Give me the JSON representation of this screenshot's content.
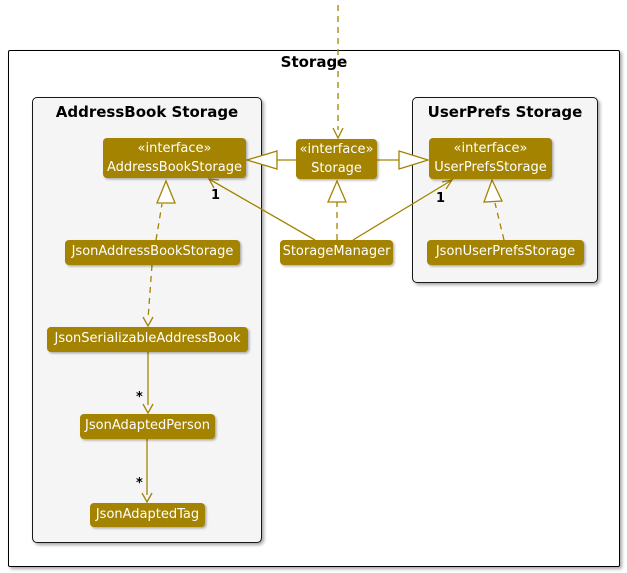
{
  "diagram": {
    "frame": {
      "title": "Storage"
    },
    "colors": {
      "node": "#A38300",
      "node_text": "#FFFFFF",
      "container": "#F5F5F5",
      "line": "#A38300"
    },
    "containers": {
      "address_book": {
        "title": "AddressBook Storage"
      },
      "user_prefs": {
        "title": "UserPrefs Storage"
      }
    },
    "nodes": {
      "address_book_storage": {
        "stereotype": "«interface»",
        "name": "AddressBookStorage"
      },
      "storage": {
        "stereotype": "«interface»",
        "name": "Storage"
      },
      "user_prefs_storage": {
        "stereotype": "«interface»",
        "name": "UserPrefsStorage"
      },
      "json_address_book_storage": {
        "name": "JsonAddressBookStorage"
      },
      "storage_manager": {
        "name": "StorageManager"
      },
      "json_user_prefs_storage": {
        "name": "JsonUserPrefsStorage"
      },
      "json_serializable_address_book": {
        "name": "JsonSerializableAddressBook"
      },
      "json_adapted_person": {
        "name": "JsonAdaptedPerson"
      },
      "json_adapted_tag": {
        "name": "JsonAdaptedTag"
      }
    },
    "labels": {
      "mult_manager_to_addressbook": "1",
      "mult_manager_to_userprefs": "1",
      "mult_serializable_to_person": "*",
      "mult_person_to_tag": "*"
    }
  }
}
